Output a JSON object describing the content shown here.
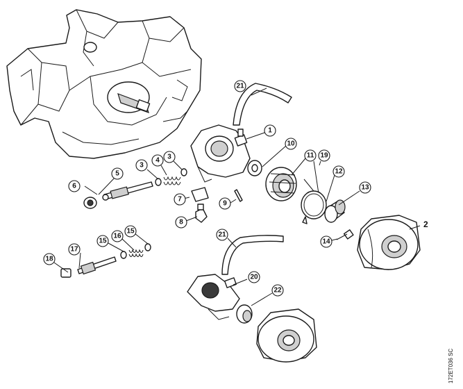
{
  "callouts": {
    "c1": "1",
    "c2": "2",
    "c3a": "3",
    "c3b": "3",
    "c4": "4",
    "c5": "5",
    "c6": "6",
    "c7": "7",
    "c8": "8",
    "c9": "9",
    "c10": "10",
    "c11": "11",
    "c19": "19",
    "c12": "12",
    "c13": "13",
    "c14": "14",
    "c15a": "15",
    "c15b": "15",
    "c16": "16",
    "c17": "17",
    "c18": "18",
    "c20": "20",
    "c21a": "21",
    "c21b": "21",
    "c22": "22"
  },
  "reference_code": "172ET036 SC"
}
